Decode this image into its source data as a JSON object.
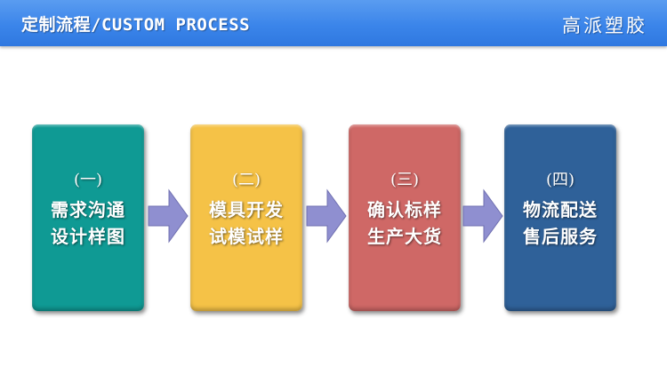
{
  "header": {
    "title": "定制流程/CUSTOM PROCESS",
    "brand": "高派塑胶",
    "background_color": "#3b85ea"
  },
  "steps": [
    {
      "number": "(一)",
      "line1": "需求沟通",
      "line2": "设计样图",
      "color": "#0f9a94"
    },
    {
      "number": "(二)",
      "line1": "模具开发",
      "line2": "试模试样",
      "color": "#f5c247"
    },
    {
      "number": "(三)",
      "line1": "确认标样",
      "line2": "生产大货",
      "color": "#cf6866"
    },
    {
      "number": "(四)",
      "line1": "物流配送",
      "line2": "售后服务",
      "color": "#2f6199"
    }
  ],
  "arrows": {
    "icon": "right-arrow-icon",
    "color": "#8f8fd0"
  }
}
